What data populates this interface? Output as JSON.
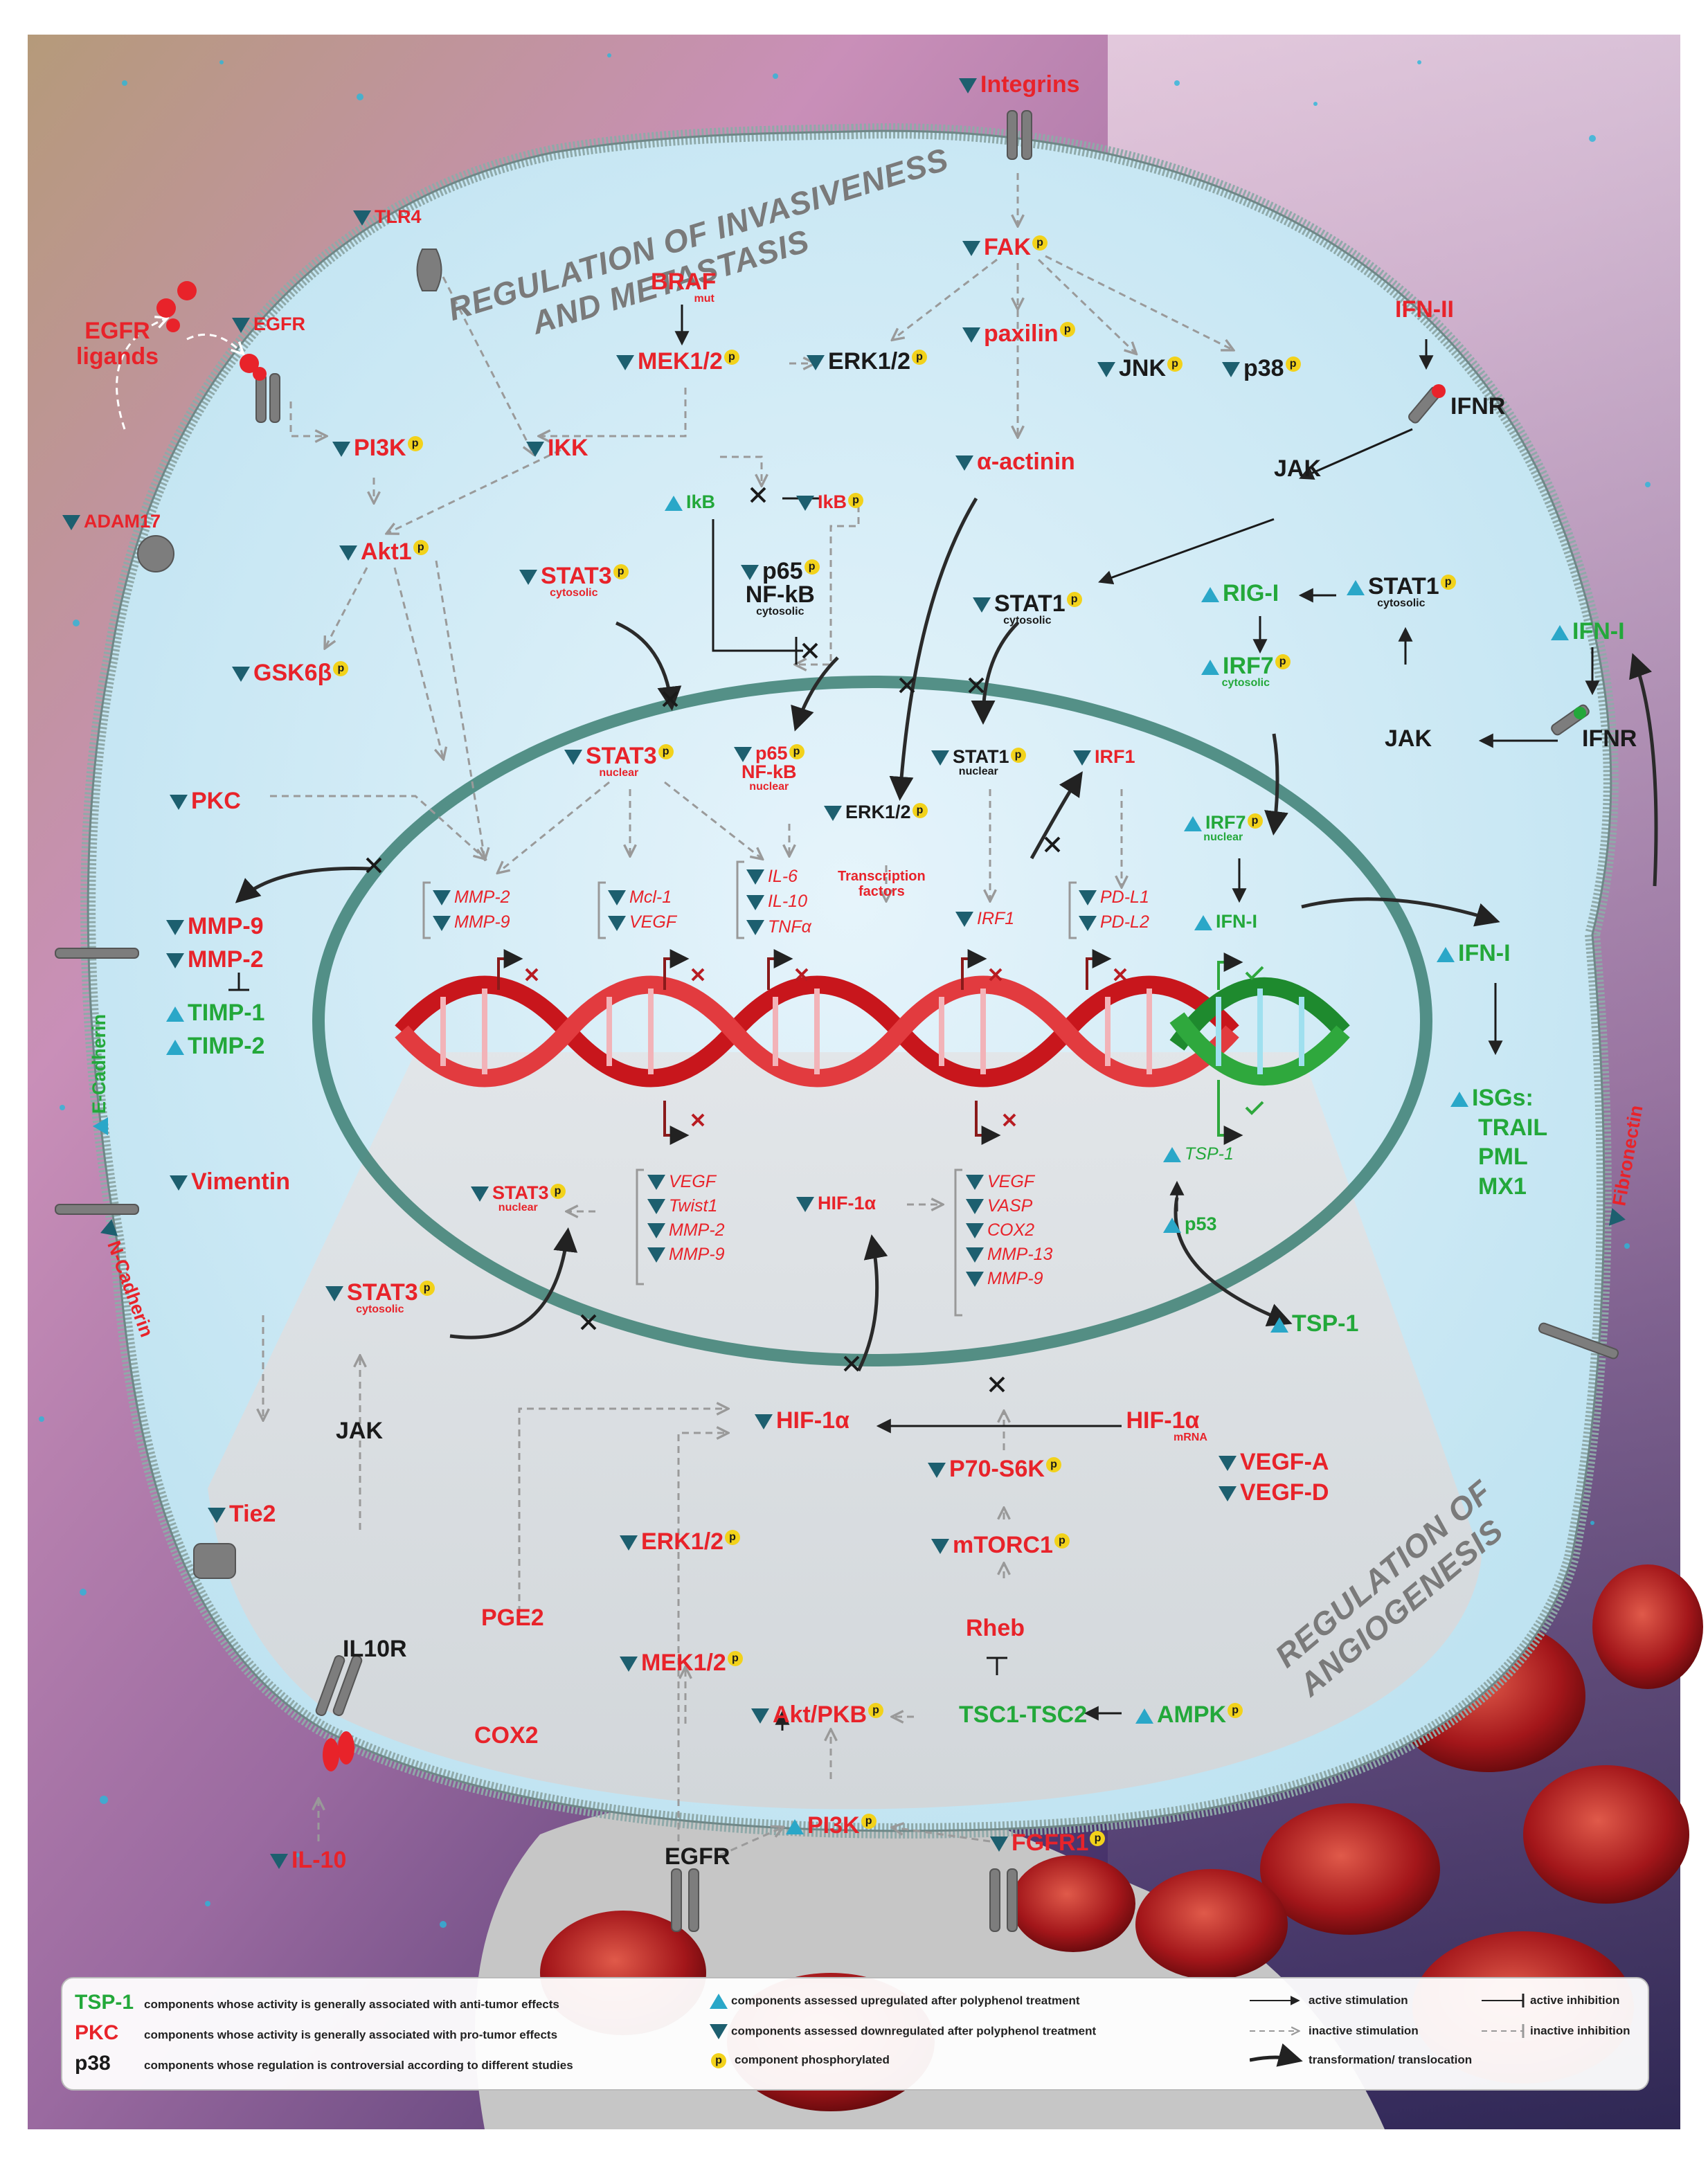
{
  "regions": {
    "invasiveness": [
      "REGULATION OF INVASIVENESS",
      "AND METASTASIS"
    ],
    "angiogenesis": [
      "REGULATION OF",
      "ANGIOGENESIS"
    ]
  },
  "colors": {
    "anti_tumor": "#23a83a",
    "pro_tumor": "#e8232a",
    "controversial": "#1a1a1a",
    "upregulated_marker": "#2aa7c8",
    "downregulated_marker": "#1d5f6f",
    "phospho_marker": "#f2d21b"
  },
  "nodes": {
    "integrins": "Integrins",
    "tlr4": "TLR4",
    "egfr_ligands": "EGFR\nligands",
    "egfr_top": "EGFR",
    "adam17": "ADAM17",
    "fak": "FAK",
    "braf": "BRAF",
    "braf_sub": "mut",
    "mek12_top": "MEK1/2",
    "erk12_top": "ERK1/2",
    "paxilin": "paxilin",
    "jnk": "JNK",
    "p38": "p38",
    "ifn_ii": "IFN-II",
    "ifnr_top": "IFNR",
    "pi3k_top": "PI3K",
    "ikk": "IKK",
    "alpha_actinin": "α-actinin",
    "jak_top": "JAK",
    "ikb_up": "IkB",
    "ikb_p": "IkB",
    "akt1": "Akt1",
    "stat3_cyto_top": "STAT3",
    "stat3_cyto_sub": "cytosolic",
    "p65_cyto": "p65",
    "nfkb_cyto": "NF-kB",
    "nfkb_cyto_sub": "cytosolic",
    "stat1_cyto": "STAT1",
    "stat1_cyto_sub": "cytosolic",
    "rig_i": "RIG-I",
    "stat1_cyto_right": "STAT1",
    "stat1_cyto_right_sub": "cytosolic",
    "ifn_i_right": "IFN-I",
    "gsk6b": "GSK6β",
    "irf7_cyto": "IRF7",
    "irf7_cyto_sub": "cytosolic",
    "jak_right": "JAK",
    "ifnr_right": "IFNR",
    "pkc": "PKC",
    "stat3_nuc": "STAT3",
    "stat3_nuc_sub": "nuclear",
    "p65_nuc": "p65",
    "nfkb_nuc": "NF-kB",
    "nfkb_nuc_sub": "nuclear",
    "stat1_nuc": "STAT1",
    "stat1_nuc_sub": "nuclear",
    "irf1_nuc": "IRF1",
    "erk12_nuc": "ERK1/2",
    "irf7_nuc": "IRF7",
    "irf7_nuc_sub": "nuclear",
    "transcription_factors": "Transcription\nfactors",
    "mmp9_cell": "MMP-9",
    "mmp2_cell": "MMP-2",
    "timp1": "TIMP-1",
    "timp2": "TIMP-2",
    "ifn_i_nuc": "IFN-I",
    "ifn_i_out": "IFN-I",
    "isgs": "ISGs:",
    "trail": "TRAIL",
    "pml": "PML",
    "mx1": "MX1",
    "e_cadherin": "E-Cadherin",
    "vimentin": "Vimentin",
    "n_cadherin": "N-Cadherin",
    "stat3_nuc_lower": "STAT3",
    "stat3_nuc_lower_sub": "nuclear",
    "hif1a_nuc": "HIF-1α",
    "tsp1_gene": "TSP-1",
    "p53": "p53",
    "stat3_cyto_lower": "STAT3",
    "stat3_cyto_lower_sub": "cytosolic",
    "tsp1_out": "TSP-1",
    "fibronectin": "Fibronectin",
    "jak_lower": "JAK",
    "hif1a_cyto": "HIF-1α",
    "hif1a_mrna": "HIF-1α",
    "hif1a_mrna_sub": "mRNA",
    "vegf_a": "VEGF-A",
    "vegf_d": "VEGF-D",
    "p70s6k": "P70-S6K",
    "tie2": "Tie2",
    "erk12_lower": "ERK1/2",
    "mtorc1": "mTORC1",
    "pge2": "PGE2",
    "rheb": "Rheb",
    "il10r": "IL10R",
    "mek12_lower": "MEK1/2",
    "akt_pkb": "Akt/PKB",
    "tsc": "TSC1-TSC2",
    "ampk": "AMPK",
    "cox2": "COX2",
    "pi3k_lower": "PI3K",
    "egfr_lower": "EGFR",
    "fgfr1": "FGFR1",
    "il10": "IL-10"
  },
  "gene_groups": {
    "mmp": [
      "MMP-2",
      "MMP-9"
    ],
    "mcl": [
      "Mcl-1",
      "VEGF"
    ],
    "il": [
      "IL-6",
      "IL-10",
      "TNFα"
    ],
    "irf1": [
      "IRF1"
    ],
    "pdl": [
      "PD-L1",
      "PD-L2"
    ],
    "stat3_targets": [
      "VEGF",
      "Twist1",
      "MMP-2",
      "MMP-9"
    ],
    "hif_targets": [
      "VEGF",
      "VASP",
      "COX2",
      "MMP-13",
      "MMP-9"
    ]
  },
  "legend": {
    "key_green": "TSP-1",
    "key_red": "PKC",
    "key_black": "p38",
    "desc_green": "components whose activity is generally associated with anti-tumor effects",
    "desc_red": "components whose activity is generally associated with pro-tumor effects",
    "desc_black": "components whose regulation is controversial according to different studies",
    "up": "components assessed upregulated after polyphenol treatment",
    "down": "components assessed downregulated after polyphenol treatment",
    "phos": "component phosphorylated",
    "p_glyph": "p",
    "active_stim": "active stimulation",
    "inactive_stim": "inactive stimulation",
    "transform": "transformation/ translocation",
    "active_inhib": "active inhibition",
    "inactive_inhib": "inactive inhibition"
  }
}
